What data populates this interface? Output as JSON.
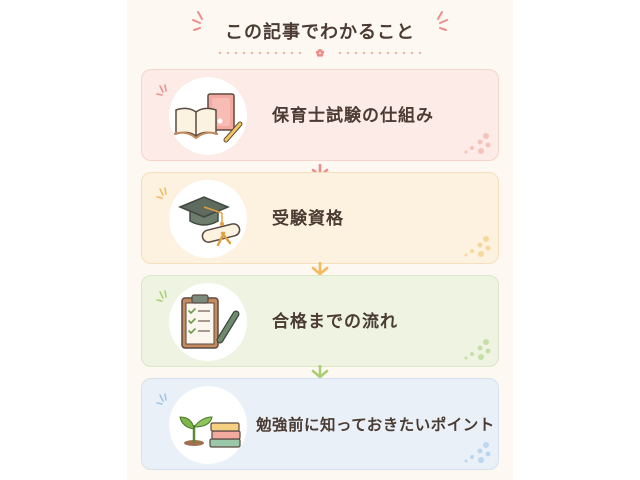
{
  "header": {
    "title": "この記事でわかること"
  },
  "colors": {
    "panel_bg": "#fdf8f1",
    "text": "#4a3b33",
    "accent_pink": "#f08c8c",
    "accent_orange": "#f5b95a",
    "accent_green": "#a8cf72",
    "accent_blue": "#9ec4e6"
  },
  "items": [
    {
      "label": "保育士試験の仕組み",
      "icon": "books-icon",
      "color": "#f08c8c"
    },
    {
      "label": "受験資格",
      "icon": "graduation-cap-icon",
      "color": "#f5b95a"
    },
    {
      "label": "合格までの流れ",
      "icon": "clipboard-checklist-icon",
      "color": "#a8cf72"
    },
    {
      "label": "勉強前に知っておきたいポイント",
      "icon": "sprout-books-icon",
      "color": "#9ec4e6"
    }
  ]
}
